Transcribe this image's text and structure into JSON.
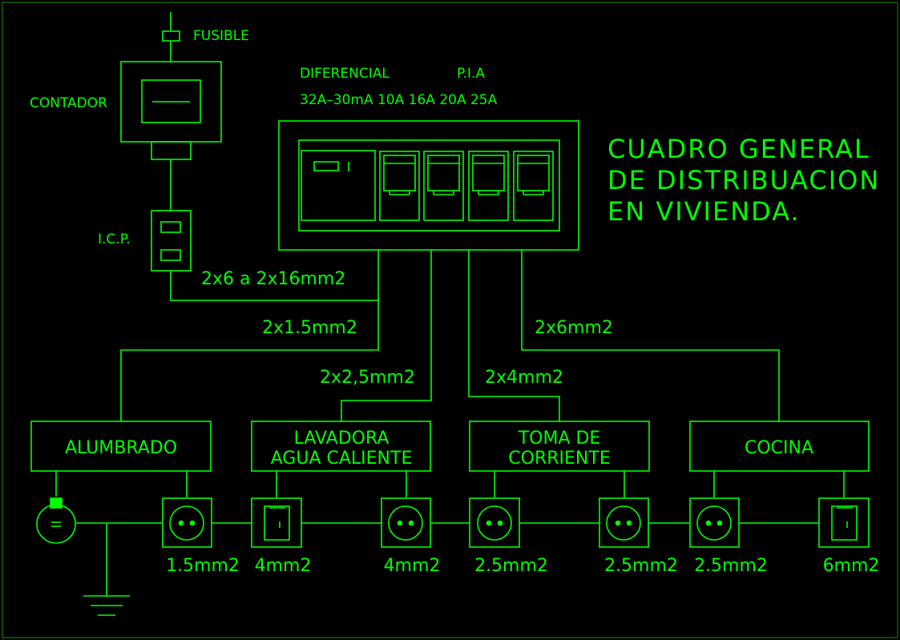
{
  "colors": {
    "background": "#000000",
    "stroke": "#00ff00",
    "text": "#00ff00"
  },
  "title": {
    "line1": "CUADRO  GENERAL",
    "line2": "DE  DISTRIBUACION",
    "line3": "EN  VIVIENDA."
  },
  "labels": {
    "fusible": "FUSIBLE",
    "contador": "CONTADOR",
    "icp": "I.C.P.",
    "diferencial": "DIFERENCIAL",
    "pia": "P.I.A",
    "ratings": "32A–30mA  10A  16A  20A  25A"
  },
  "cables": {
    "main": "2x6  a  2x16mm2",
    "c1": "2x1.5mm2",
    "c2": "2x2,5mm2",
    "c3": "2x4mm2",
    "c4": "2x6mm2"
  },
  "circuits": {
    "alumbrado": "ALUMBRADO",
    "lavadora_l1": "LAVADORA",
    "lavadora_l2": "AGUA  CALIENTE",
    "toma_l1": "TOMA  DE",
    "toma_l2": "CORRIENTE",
    "cocina": "COCINA"
  },
  "device_sections": [
    "1.5mm2",
    "4mm2",
    "4mm2",
    "2.5mm2",
    "2.5mm2",
    "2.5mm2",
    "6mm2"
  ],
  "icons": [
    "fuse-icon",
    "meter-icon",
    "icp-icon",
    "differential-icon",
    "pia-breaker-icon",
    "lamp-icon",
    "socket-icon",
    "switch-icon",
    "ground-icon"
  ]
}
